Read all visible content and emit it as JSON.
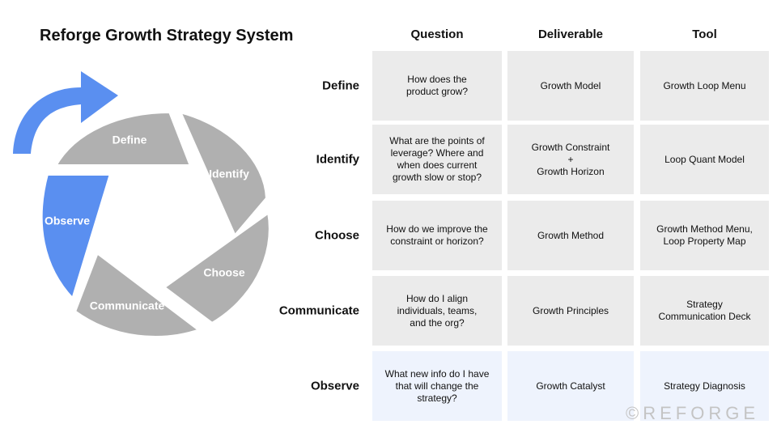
{
  "title": "Reforge Growth Strategy System",
  "colors": {
    "accent": "#5a8ff0",
    "segment_gray": "#b0b0b0",
    "cell_gray": "#ebebeb",
    "cell_highlight": "#eef3fd",
    "watermark": "#c4c4c4"
  },
  "cycle": {
    "active_step": "Observe",
    "arrow_icon": "curved-arrow-icon",
    "segments": [
      {
        "label": "Define"
      },
      {
        "label": "Identify"
      },
      {
        "label": "Choose"
      },
      {
        "label": "Communicate"
      },
      {
        "label": "Observe"
      }
    ]
  },
  "table": {
    "headers": [
      "Question",
      "Deliverable",
      "Tool"
    ],
    "rows": [
      {
        "label": "Define",
        "question": "How does the\nproduct grow?",
        "deliverable": "Growth Model",
        "tool": "Growth Loop Menu"
      },
      {
        "label": "Identify",
        "question": "What are the points of\nleverage? Where and\nwhen does current\ngrowth slow or stop?",
        "deliverable": "Growth Constraint\n+\nGrowth Horizon",
        "tool": "Loop Quant Model"
      },
      {
        "label": "Choose",
        "question": "How do we improve the\nconstraint or horizon?",
        "deliverable": "Growth Method",
        "tool": "Growth Method Menu,\nLoop Property Map"
      },
      {
        "label": "Communicate",
        "question": "How do I align\nindividuals, teams,\nand the org?",
        "deliverable": "Growth Principles",
        "tool": "Strategy\nCommunication Deck"
      },
      {
        "label": "Observe",
        "question": "What new info do I have\nthat will change the\nstrategy?",
        "deliverable": "Growth Catalyst",
        "tool": "Strategy Diagnosis"
      }
    ]
  },
  "watermark": "©REFORGE"
}
